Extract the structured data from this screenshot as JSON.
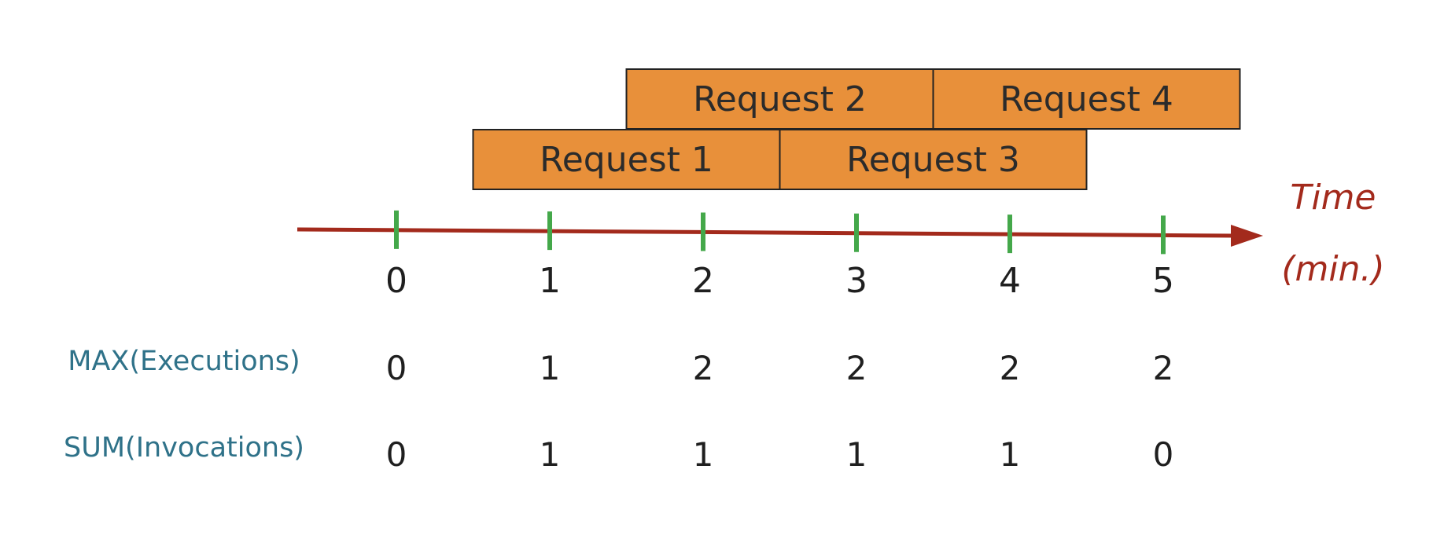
{
  "timeline": {
    "axis_label_line1": "Time",
    "axis_label_line2": "(min.)",
    "ticks": [
      "0",
      "1",
      "2",
      "3",
      "4",
      "5"
    ],
    "axis_color": "#a32a1c",
    "tick_color": "#44a84a"
  },
  "requests": [
    {
      "label": "Request 1",
      "start": 0.5,
      "end": 2.5,
      "row": 1
    },
    {
      "label": "Request 2",
      "start": 1.5,
      "end": 3.5,
      "row": 2
    },
    {
      "label": "Request 3",
      "start": 2.5,
      "end": 4.5,
      "row": 1
    },
    {
      "label": "Request 4",
      "start": 3.5,
      "end": 5.5,
      "row": 2
    }
  ],
  "request_color": "#e8903a",
  "metrics": [
    {
      "label": "MAX(Executions)",
      "values": [
        "0",
        "1",
        "2",
        "2",
        "2",
        "2"
      ]
    },
    {
      "label": "SUM(Invocations)",
      "values": [
        "0",
        "1",
        "1",
        "1",
        "1",
        "0"
      ]
    }
  ],
  "metric_label_color": "#2f7289"
}
